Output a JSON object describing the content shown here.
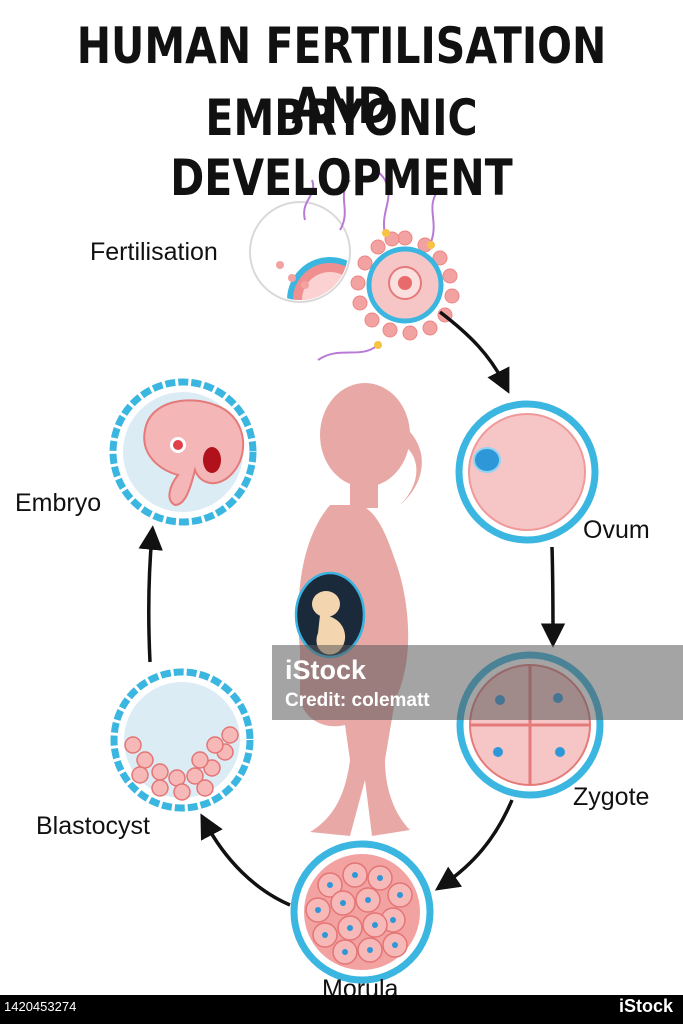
{
  "title": {
    "line1": "HUMAN FERTILISATION AND",
    "line2": "EMBRYONIC DEVELOPMENT"
  },
  "stages": {
    "fertilisation": "Fertilisation",
    "ovum": "Ovum",
    "zygote": "Zygote",
    "morula": "Morula",
    "blastocyst": "Blastocyst",
    "embryo": "Embryo"
  },
  "watermark": {
    "brand": "iStock",
    "credit": "Credit: colematt"
  },
  "footer": {
    "stock_id": "1420453274",
    "brand": "iStock"
  },
  "colors": {
    "silhouette": "#e8a9a6",
    "cell_ring": "#3bb6e0",
    "cell_fill": "#f6c6c6",
    "nucleus": "#2d97d8",
    "arrow": "#111111"
  }
}
